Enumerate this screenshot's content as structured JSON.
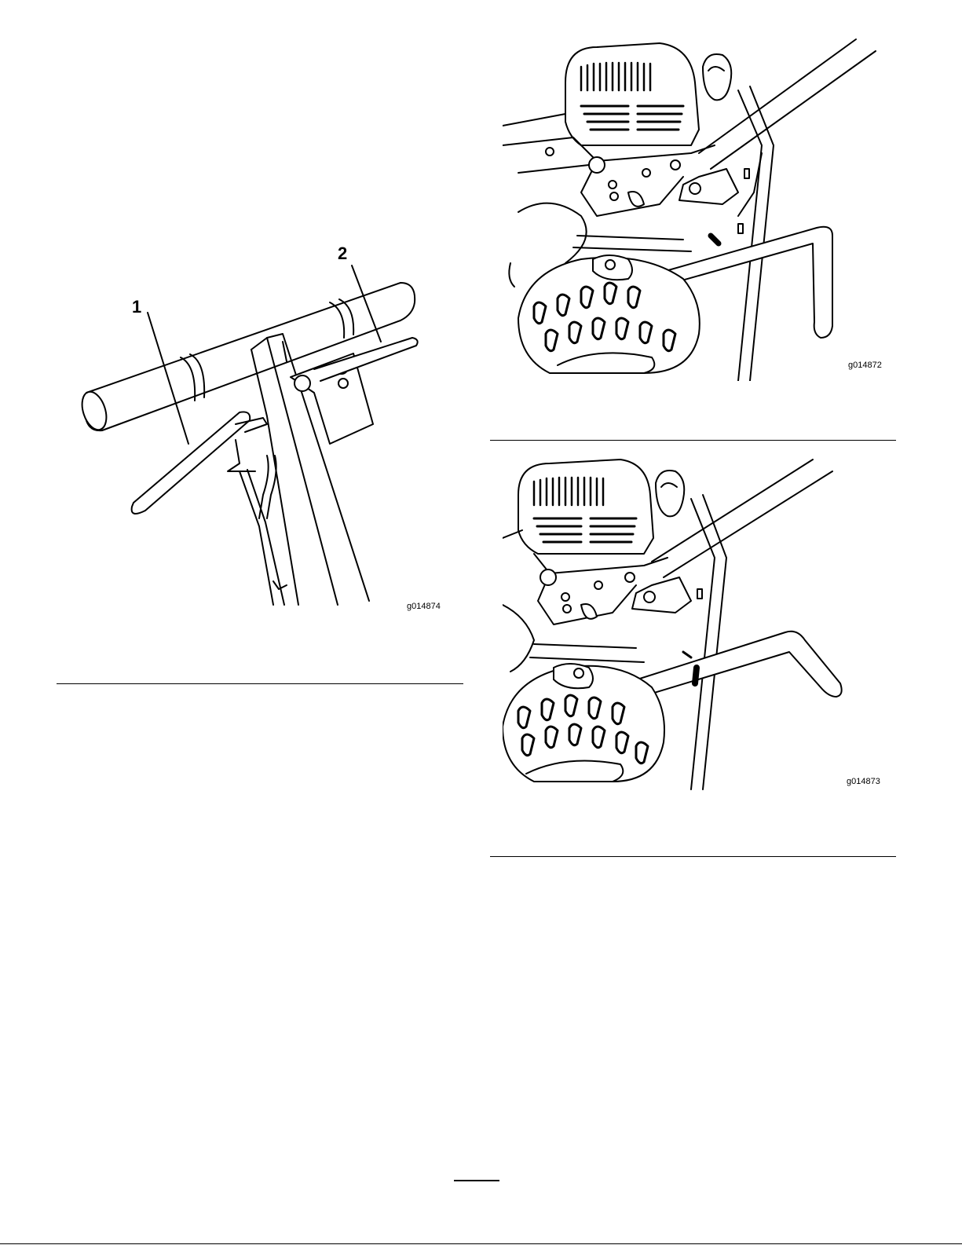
{
  "figures": [
    {
      "id": "left",
      "code": "g014874",
      "callouts": [
        "1",
        "2"
      ]
    },
    {
      "id": "top-right",
      "code": "g014872"
    },
    {
      "id": "bottom-right",
      "code": "g014873"
    }
  ]
}
